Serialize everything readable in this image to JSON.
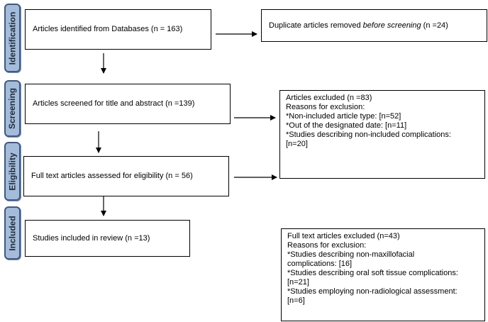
{
  "stages": {
    "identification": "Identification",
    "screening": "Screening",
    "eligibility": "Eligibility",
    "included": "Included"
  },
  "boxes": {
    "identified": "Articles identified from Databases (n = 163)",
    "duplicates": {
      "prefix": "Duplicate articles removed ",
      "emphasis": "before screening",
      "suffix": " (n =24)"
    },
    "screened": "Articles screened for title and abstract (n =139)",
    "excluded_screening": {
      "lines": [
        "Articles excluded (n =83)",
        "Reasons for exclusion:",
        "*Non-included article type: [n=52]",
        "*Out of the designated date: [n=11]",
        "*Studies describing non-included complications:",
        "[n=20]"
      ]
    },
    "fulltext_assessed": "Full text articles assessed for eligibility (n = 56)",
    "included": "Studies included in review (n =13)",
    "fulltext_excluded": {
      "lines": [
        "Full text articles excluded (n=43)",
        "Reasons for exclusion:",
        "*Studies describing non-maxillofacial",
        "complications: [16]",
        "*Studies describing oral soft tissue complications:",
        "[n=21]",
        "*Studies employing non-radiological assessment:",
        "[n=6]"
      ]
    }
  },
  "colors": {
    "stage_fill": "#a4bcd9",
    "stage_border": "#41597b",
    "line": "#000000"
  }
}
